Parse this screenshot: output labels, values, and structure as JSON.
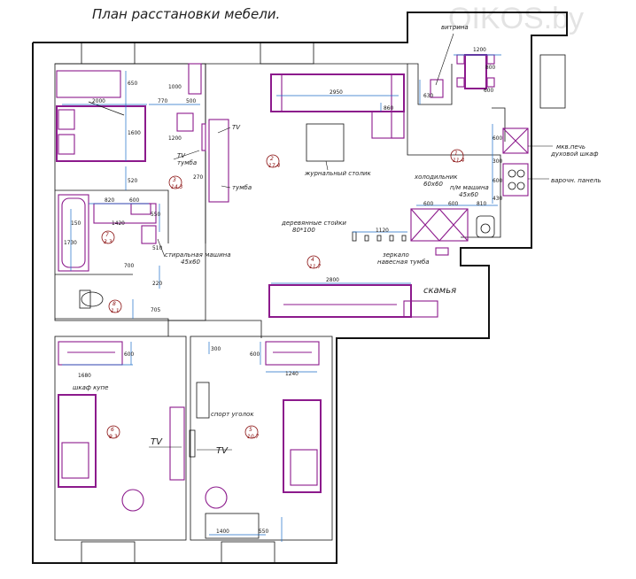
{
  "header": {
    "title": "План расстановки мебели.",
    "watermark": "OIKOS.by"
  },
  "labels": {
    "vitrina": "витрина",
    "mkv_pech": "мкв.печь",
    "duhovoy_shkaf": "духовой шкаф",
    "varochn_panel": "варочн. панель",
    "holodilnik": "холодильник",
    "holodilnik_size": "60x60",
    "pm_mashina": "п/м машина",
    "pm_mashina_size": "45x60",
    "zhurnalny_stolik": "журнальный столик",
    "tv_1": "TV",
    "tumba_1": "тумба",
    "tv_2": "TV",
    "tumba_2": "тумба",
    "derevyannye_stoyki": "деревянные стойки",
    "derevyannye_stoyki_size": "80*100",
    "stiralnaya_mashina": "стиральная машина",
    "stiralnaya_mashina_size": "45x60",
    "zerkalo": "зеркало",
    "navesnaya_tumba": "навесная тумба",
    "skamya": "скамья",
    "shkaf_kupe": "шкаф купе",
    "sport_ugolok": "спорт уголок",
    "tv_3": "TV",
    "tv_4": "TV"
  },
  "dimensions": {
    "d1200": "1200",
    "d800": "800",
    "d630": "630",
    "d600a": "600",
    "d2950": "2950",
    "d860": "860",
    "d2000": "2000",
    "d770": "770",
    "d500": "500",
    "d650": "650",
    "d1000": "1000",
    "d1600": "1600",
    "d1200b": "1200",
    "d520": "520",
    "d270": "270",
    "d820": "820",
    "d600b": "600",
    "d150": "150",
    "d1420": "1420",
    "d550": "550",
    "d1730": "1730",
    "d510": "510",
    "d700": "700",
    "d220": "220",
    "d705": "705",
    "d600c": "600",
    "d300a": "300",
    "d600d": "600",
    "d430": "430",
    "d600e": "600",
    "d600f": "600",
    "d810": "810",
    "d1120": "1120",
    "d2800": "2800",
    "d600g": "600",
    "d1680": "1680",
    "d300b": "300",
    "d600h": "600",
    "d1240": "1240",
    "d1400": "1400",
    "d550b": "550"
  },
  "rooms": [
    {
      "num": "1",
      "area": "11.4"
    },
    {
      "num": "2",
      "area": "17.4"
    },
    {
      "num": "3",
      "area": "14.3"
    },
    {
      "num": "4",
      "area": "11.7"
    },
    {
      "num": "5",
      "area": "10.7"
    },
    {
      "num": "6",
      "area": "9.3"
    },
    {
      "num": "7",
      "area": "3.3"
    },
    {
      "num": "8",
      "area": "1.1"
    }
  ]
}
